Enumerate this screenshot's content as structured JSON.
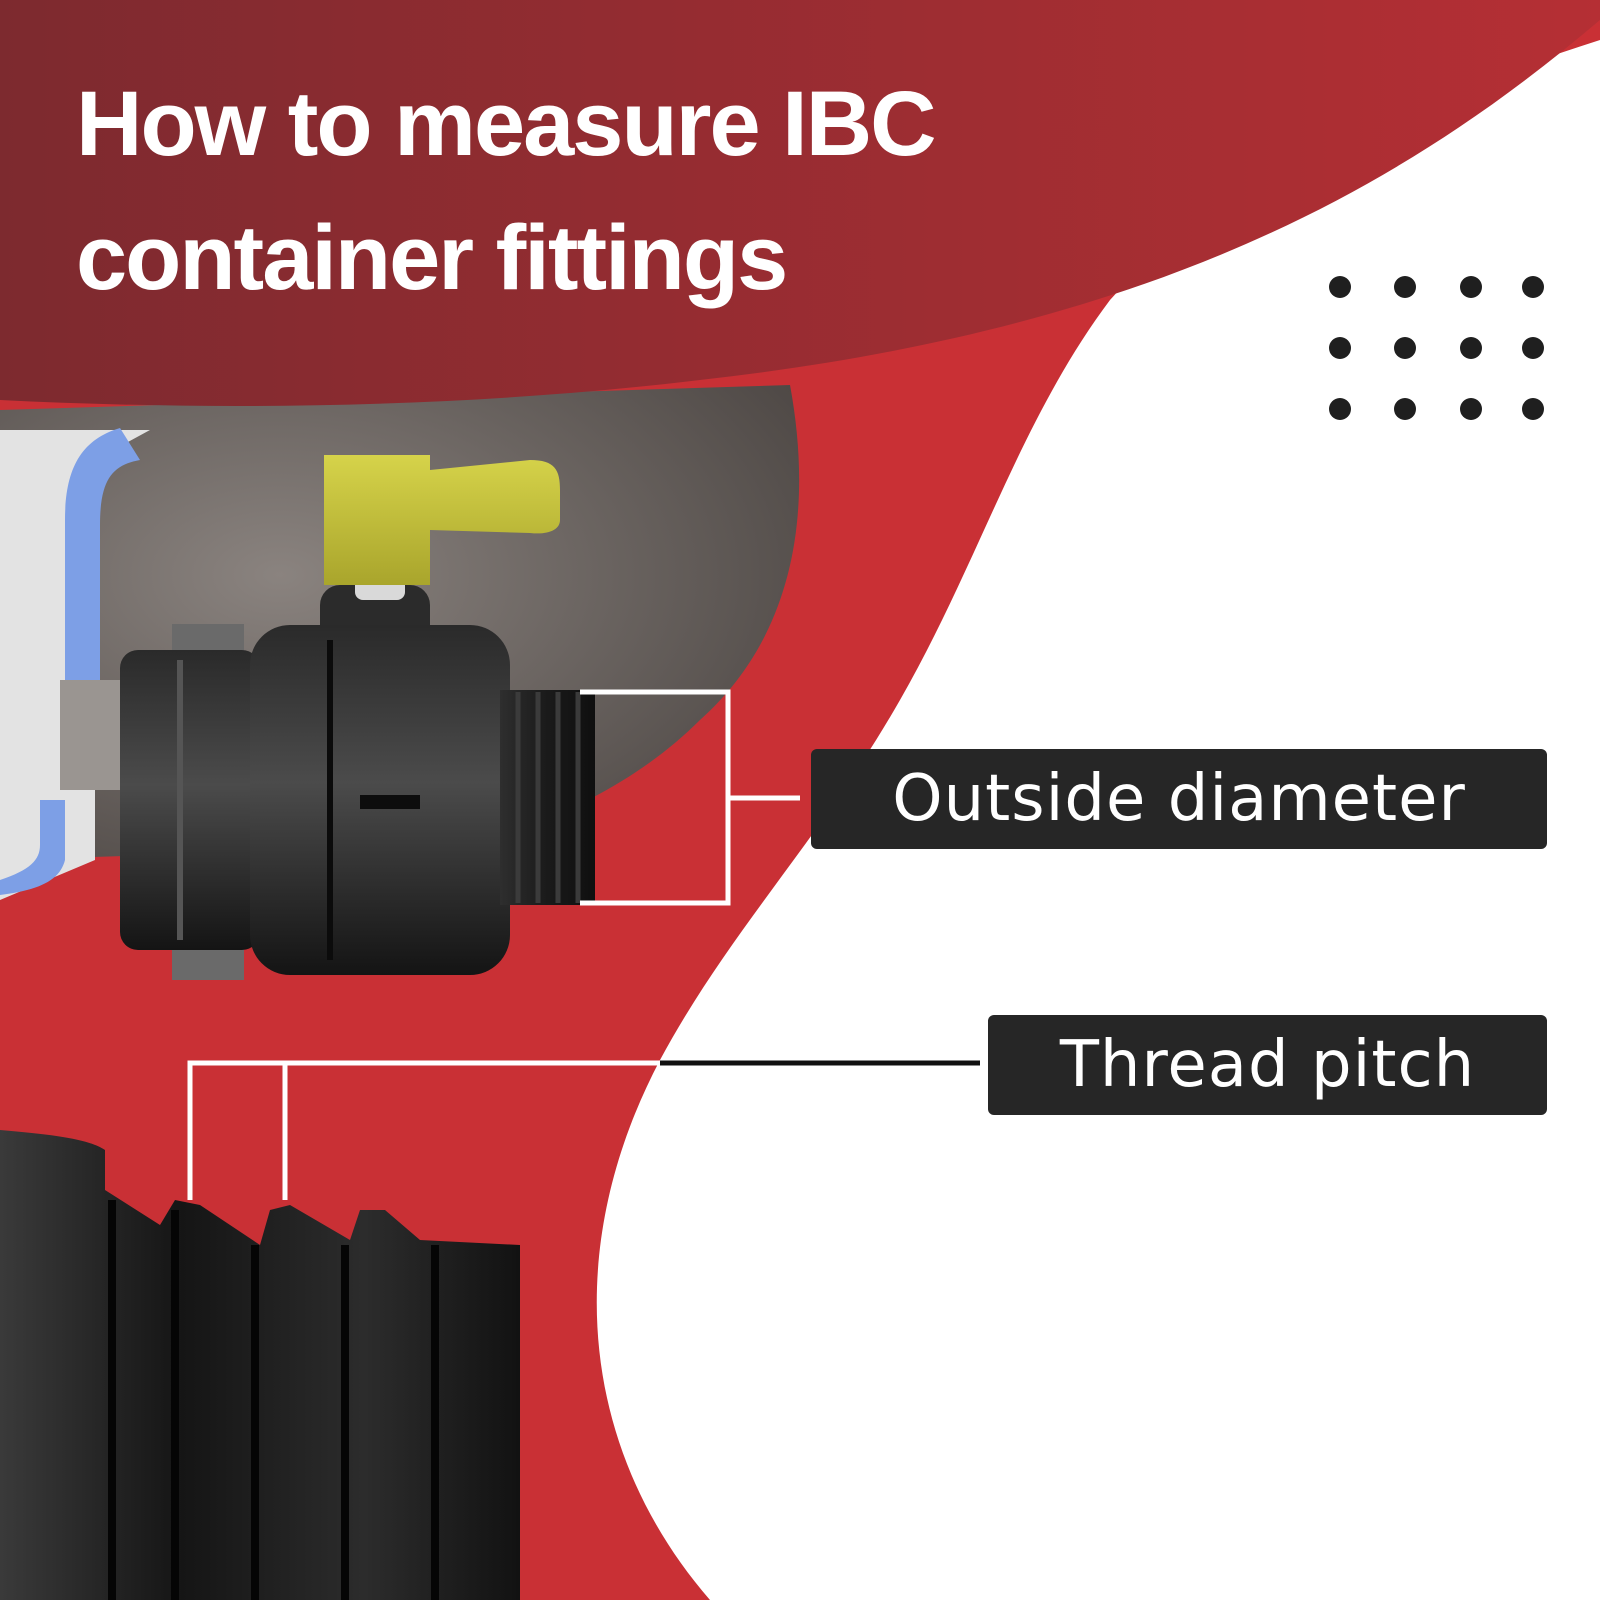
{
  "title": {
    "line1": "How to measure IBC",
    "line2": "container fittings"
  },
  "labels": {
    "outside_diameter": "Outside diameter",
    "thread_pitch": "Thread pitch"
  },
  "colors": {
    "banner_dark": "#7d2a2f",
    "banner_light": "#b22e33",
    "red": "#c93035",
    "label_bg": "#262626",
    "valve_handle": "#c6c33a",
    "fitting_black": "#1c1c1c",
    "tank_wall": "#5f5956",
    "outlet_blue": "#7d9fe6",
    "dots": "#1f1f1f",
    "white": "#ffffff"
  },
  "decoration": {
    "dot_grid": {
      "rows": 3,
      "cols": 4
    }
  },
  "icons": [
    "ibc-valve-fitting-image",
    "thread-closeup-image",
    "dot-grid-decoration"
  ]
}
